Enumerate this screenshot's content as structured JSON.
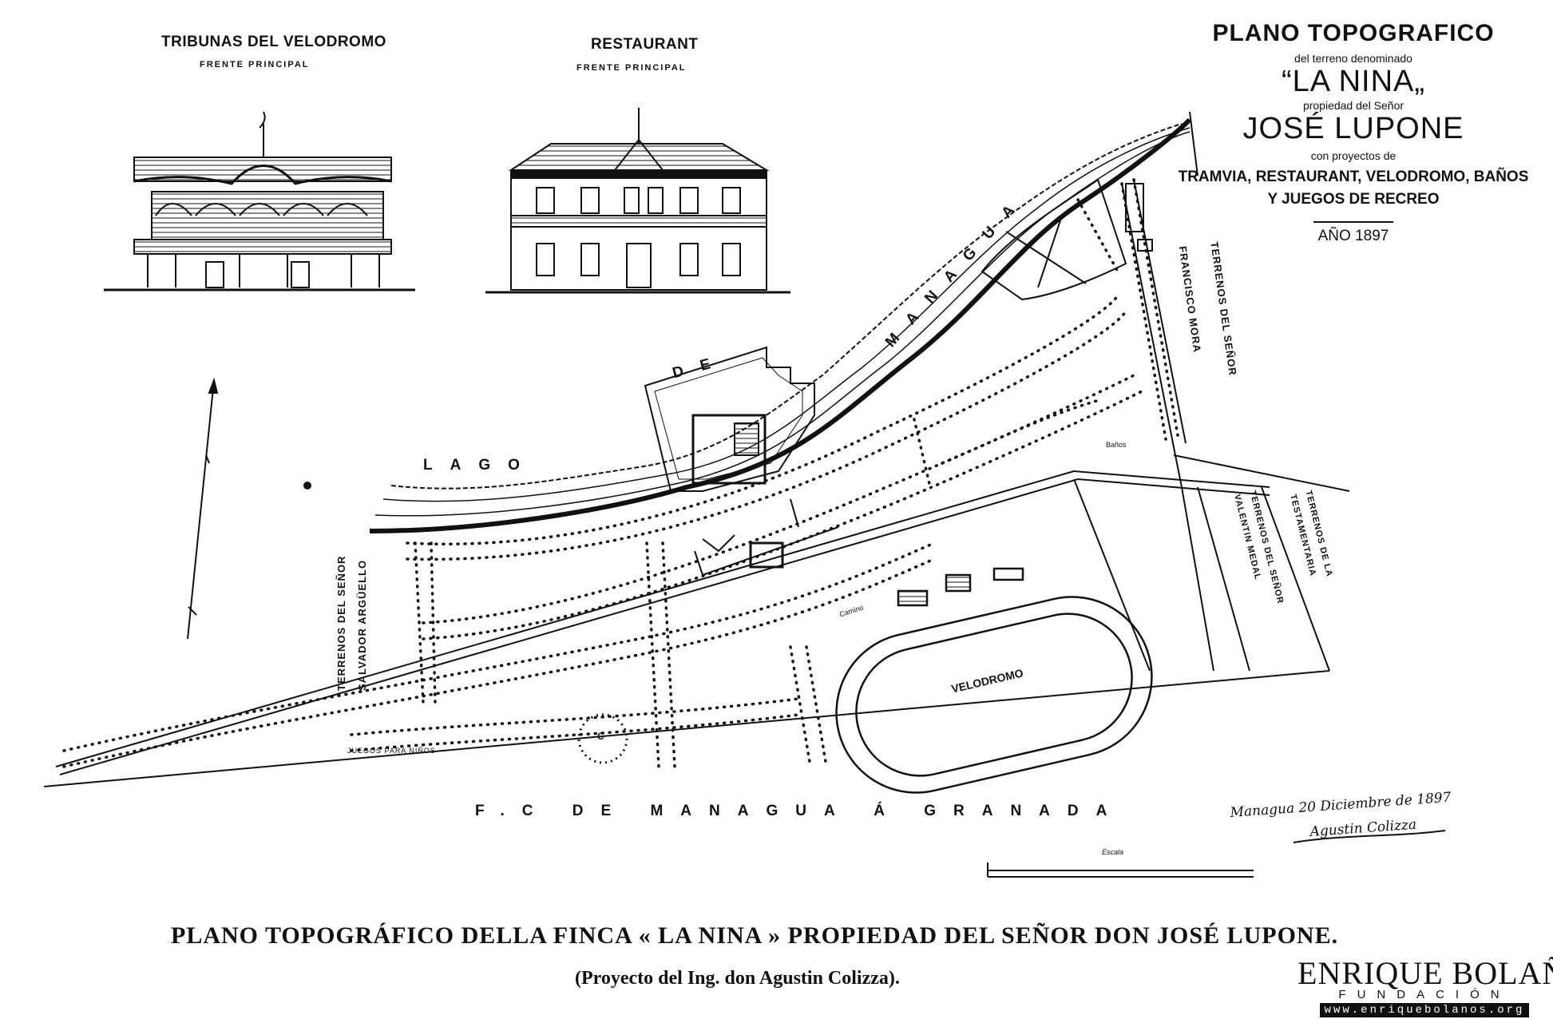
{
  "elevations": {
    "tribunas": {
      "title": "TRIBUNAS DEL VELODROMO",
      "subtitle": "FRENTE PRINCIPAL"
    },
    "restaurant": {
      "title": "RESTAURANT",
      "subtitle": "FRENTE PRINCIPAL"
    }
  },
  "title_block": {
    "line1": "PLANO TOPOGRAFICO",
    "line2": "del terreno denominado",
    "line3": "“LA NINA„",
    "line4": "propiedad del Señor",
    "line5": "JOSÉ LUPONE",
    "line6": "con proyectos de",
    "line7": "TRAMVIA, RESTAURANT, VELODROMO, BAÑOS",
    "line8": "Y JUEGOS DE RECREO",
    "line9": "AÑO 1897"
  },
  "map_labels": {
    "lago_lago": "LAGO",
    "lago_de": "DE",
    "lago_managua": "MANAGUA",
    "railway": "F.C DE MANAGUA Á GRANADA",
    "velodromo": "VELODROMO",
    "terrenos_salvador": "TERRENOS DEL SEÑOR SALVADOR ARGÜELLO",
    "terrenos_francisco": "TERRENOS DEL SEÑOR FRANCISCO MORA",
    "terrenos_valentin": "TERRENOS DEL SEÑOR VALENTIN MEDAL",
    "terrenos_testamentaria": "TERRENOS DE LA TESTAMENTARIA",
    "circle_c": "C",
    "juegos": "JUEGOS PARA NIÑOS",
    "banos": "Baños",
    "camino": "Camino",
    "escala": "Escala"
  },
  "signature": {
    "place_date": "Managua 20 Diciembre de 1897",
    "name": "Agustin Colizza"
  },
  "caption": {
    "main": "PLANO TOPOGRÁFICO DELLA FINCA « LA NINA » PROPIEDAD DEL SEÑOR DON JOSÉ LUPONE.",
    "sub": "(Proyecto del Ing. don Agustin Colizza)."
  },
  "logo": {
    "name": "ENRIQUE BOLAÑOS",
    "sub": "FUNDACIÓN",
    "url": "www.enriquebolanos.org"
  },
  "icons": {
    "north_arrow": "north-arrow-icon"
  },
  "colors": {
    "ink": "#111111",
    "paper": "#ffffff"
  }
}
